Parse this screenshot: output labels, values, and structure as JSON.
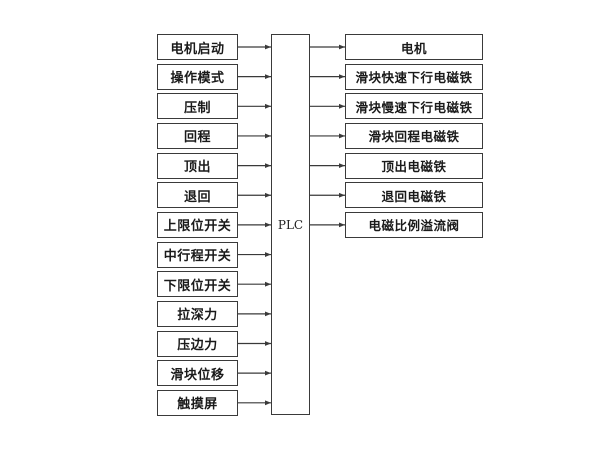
{
  "controller": {
    "label": "PLC"
  },
  "inputs": [
    "电机启动",
    "操作模式",
    "压制",
    "回程",
    "顶出",
    "退回",
    "上限位开关",
    "中行程开关",
    "下限位开关",
    "拉深力",
    "压边力",
    "滑块位移",
    "触摸屏"
  ],
  "outputs": [
    "电机",
    "滑块快速下行电磁铁",
    "滑块慢速下行电磁铁",
    "滑块回程电磁铁",
    "顶出电磁铁",
    "退回电磁铁",
    "电磁比例溢流阀"
  ],
  "colors": {
    "line": "#3a3a3a",
    "background": "#ffffff"
  }
}
